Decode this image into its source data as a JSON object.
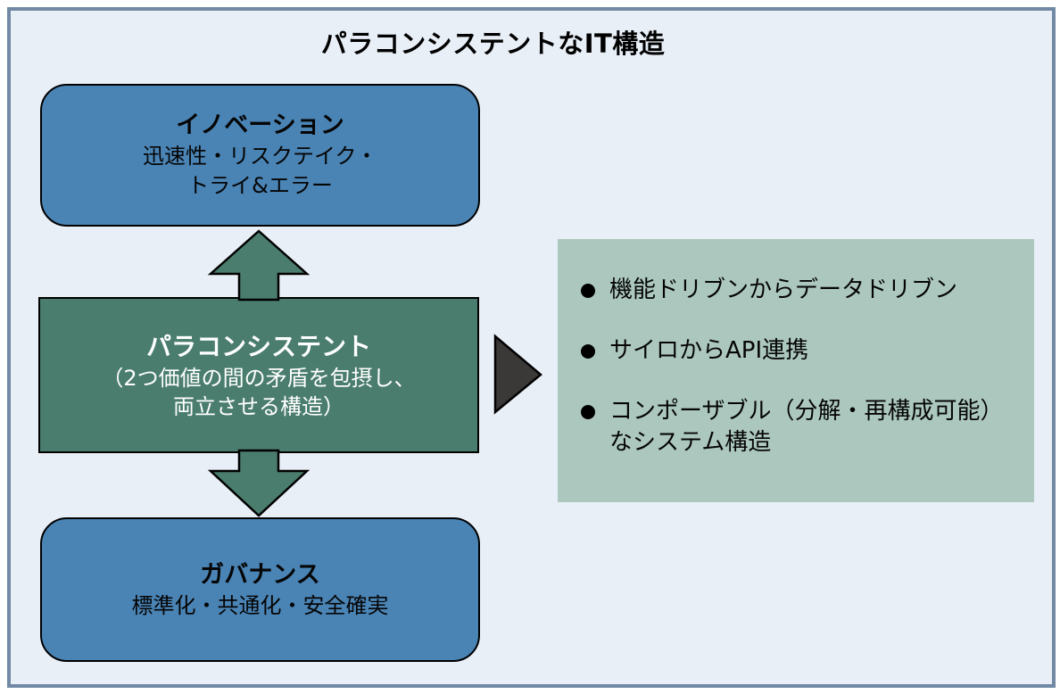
{
  "title": "パラコンシステントなIT構造",
  "nodes": {
    "top": {
      "heading": "イノベーション",
      "sub_line1": "迅速性・リスクテイク・",
      "sub_line2": "トライ&エラー"
    },
    "center": {
      "heading": "パラコンシステント",
      "sub_line1": "（2つ価値の間の矛盾を包摂し、",
      "sub_line2": "両立させる構造）"
    },
    "bottom": {
      "heading": "ガバナンス",
      "sub_line1": "標準化・共通化・安全確実"
    }
  },
  "bullets": [
    "機能ドリブンからデータドリブン",
    "サイロからAPI連携",
    "コンポーザブル（分解・再構成可能）なシステム構造"
  ],
  "icons": {
    "up_arrow": "block-arrow-up",
    "down_arrow": "block-arrow-down",
    "right_triangle": "triangle-right"
  },
  "colors": {
    "background": "#E9EFF7",
    "frame_border": "#7189A4",
    "box_blue": "#4A84B5",
    "box_green": "#4A7D6E",
    "panel_sage": "#ACC8BE",
    "triangle_dark": "#3B3838",
    "text_dark": "#000000",
    "text_light": "#FFFFFF"
  }
}
